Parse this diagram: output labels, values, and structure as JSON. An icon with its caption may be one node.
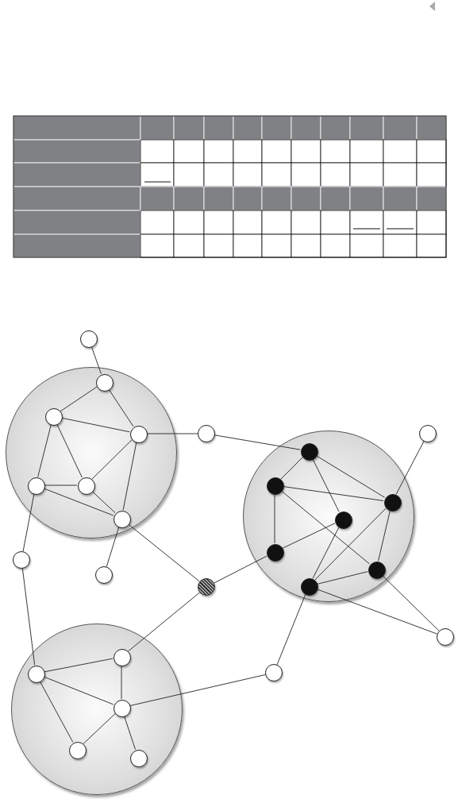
{
  "diagram": {
    "nodes": [
      {
        "text": [],
        "shape": "circle"
      },
      {
        "text": [],
        "shape": "circle"
      },
      {
        "text": [],
        "shape": "circle",
        "in": 1
      },
      {
        "text": [],
        "shape": "circle",
        "in": 1
      },
      {
        "text": [],
        "shape": "circle",
        "in": 1
      },
      {
        "text": [],
        "shape": "circle",
        "in": 1
      },
      {
        "text": [],
        "shape": "circle",
        "in": 1
      },
      {
        "text": [],
        "shape": "circle",
        "in": 1
      },
      {
        "text": [],
        "shape": "circle"
      },
      {
        "text": [],
        "shape": "circle"
      },
      {
        "text": [],
        "shape": "circle"
      },
      {
        "text": [],
        "shape": "circle",
        "in": 10
      },
      {
        "text": [],
        "shape": "circle",
        "in": 10
      },
      {
        "text": [],
        "shape": "circle",
        "in": 10
      },
      {
        "text": [],
        "shape": "circle",
        "in": 10
      },
      {
        "text": [],
        "shape": "circle",
        "in": 10
      },
      {
        "text": [],
        "shape": "circle",
        "in": 10
      },
      {
        "text": [],
        "shape": "circle",
        "in": 10
      },
      {
        "text": [],
        "shape": "circle"
      },
      {
        "text": [],
        "shape": "circle"
      },
      {
        "text": [],
        "shape": "circle"
      },
      {
        "text": [],
        "shape": "circle"
      },
      {
        "text": [],
        "shape": "circle"
      },
      {
        "text": [],
        "shape": "circle",
        "in": 22
      },
      {
        "text": [],
        "shape": "circle",
        "in": 22
      },
      {
        "text": [],
        "shape": "circle",
        "in": 22
      },
      {
        "text": [],
        "shape": "circle",
        "in": 22
      },
      {
        "text": [],
        "shape": "circle",
        "in": 22
      },
      {
        "text": [],
        "shape": "circle"
      }
    ],
    "edges": [
      {
        "from": 0,
        "to": 2,
        "arrow": "none"
      },
      {
        "from": 2,
        "to": 3,
        "arrow": "none"
      },
      {
        "from": 2,
        "to": 4,
        "arrow": "none"
      },
      {
        "from": 3,
        "to": 4,
        "arrow": "none"
      },
      {
        "from": 3,
        "to": 5,
        "arrow": "none"
      },
      {
        "from": 3,
        "to": 6,
        "arrow": "none"
      },
      {
        "from": 4,
        "to": 6,
        "arrow": "none"
      },
      {
        "from": 4,
        "to": 7,
        "arrow": "none"
      },
      {
        "from": 5,
        "to": 6,
        "arrow": "none"
      },
      {
        "from": 5,
        "to": 7,
        "arrow": "none"
      },
      {
        "from": 6,
        "to": 7,
        "arrow": "none"
      },
      {
        "from": 4,
        "to": 8,
        "arrow": "none"
      },
      {
        "from": 7,
        "to": 19,
        "arrow": "none"
      },
      {
        "from": 7,
        "to": 20,
        "arrow": "none"
      },
      {
        "from": 5,
        "to": 18,
        "arrow": "none"
      },
      {
        "from": 18,
        "to": 24,
        "arrow": "none"
      },
      {
        "from": 8,
        "to": 11,
        "arrow": "none"
      },
      {
        "from": 11,
        "to": 12,
        "arrow": "none"
      },
      {
        "from": 11,
        "to": 13,
        "arrow": "none"
      },
      {
        "from": 11,
        "to": 14,
        "arrow": "none"
      },
      {
        "from": 12,
        "to": 13,
        "arrow": "none"
      },
      {
        "from": 12,
        "to": 15,
        "arrow": "none"
      },
      {
        "from": 12,
        "to": 16,
        "arrow": "none"
      },
      {
        "from": 15,
        "to": 14,
        "arrow": "none"
      },
      {
        "from": 14,
        "to": 17,
        "arrow": "none"
      },
      {
        "from": 9,
        "to": 13,
        "arrow": "none"
      },
      {
        "from": 13,
        "to": 17,
        "arrow": "none"
      },
      {
        "from": 13,
        "to": 16,
        "arrow": "none"
      },
      {
        "from": 16,
        "to": 17,
        "arrow": "none"
      },
      {
        "from": 17,
        "to": 21,
        "arrow": "none"
      },
      {
        "from": 16,
        "to": 21,
        "arrow": "none"
      },
      {
        "from": 17,
        "to": 28,
        "arrow": "none"
      },
      {
        "from": 20,
        "to": 15,
        "arrow": "none"
      },
      {
        "from": 20,
        "to": 23,
        "arrow": "none"
      },
      {
        "from": 23,
        "to": 24,
        "arrow": "none"
      },
      {
        "from": 23,
        "to": 25,
        "arrow": "none"
      },
      {
        "from": 24,
        "to": 25,
        "arrow": "none"
      },
      {
        "from": 24,
        "to": 26,
        "arrow": "none"
      },
      {
        "from": 25,
        "to": 26,
        "arrow": "none"
      },
      {
        "from": 25,
        "to": 27,
        "arrow": "none"
      },
      {
        "from": 25,
        "to": 28,
        "arrow": "none"
      }
    ]
  }
}
